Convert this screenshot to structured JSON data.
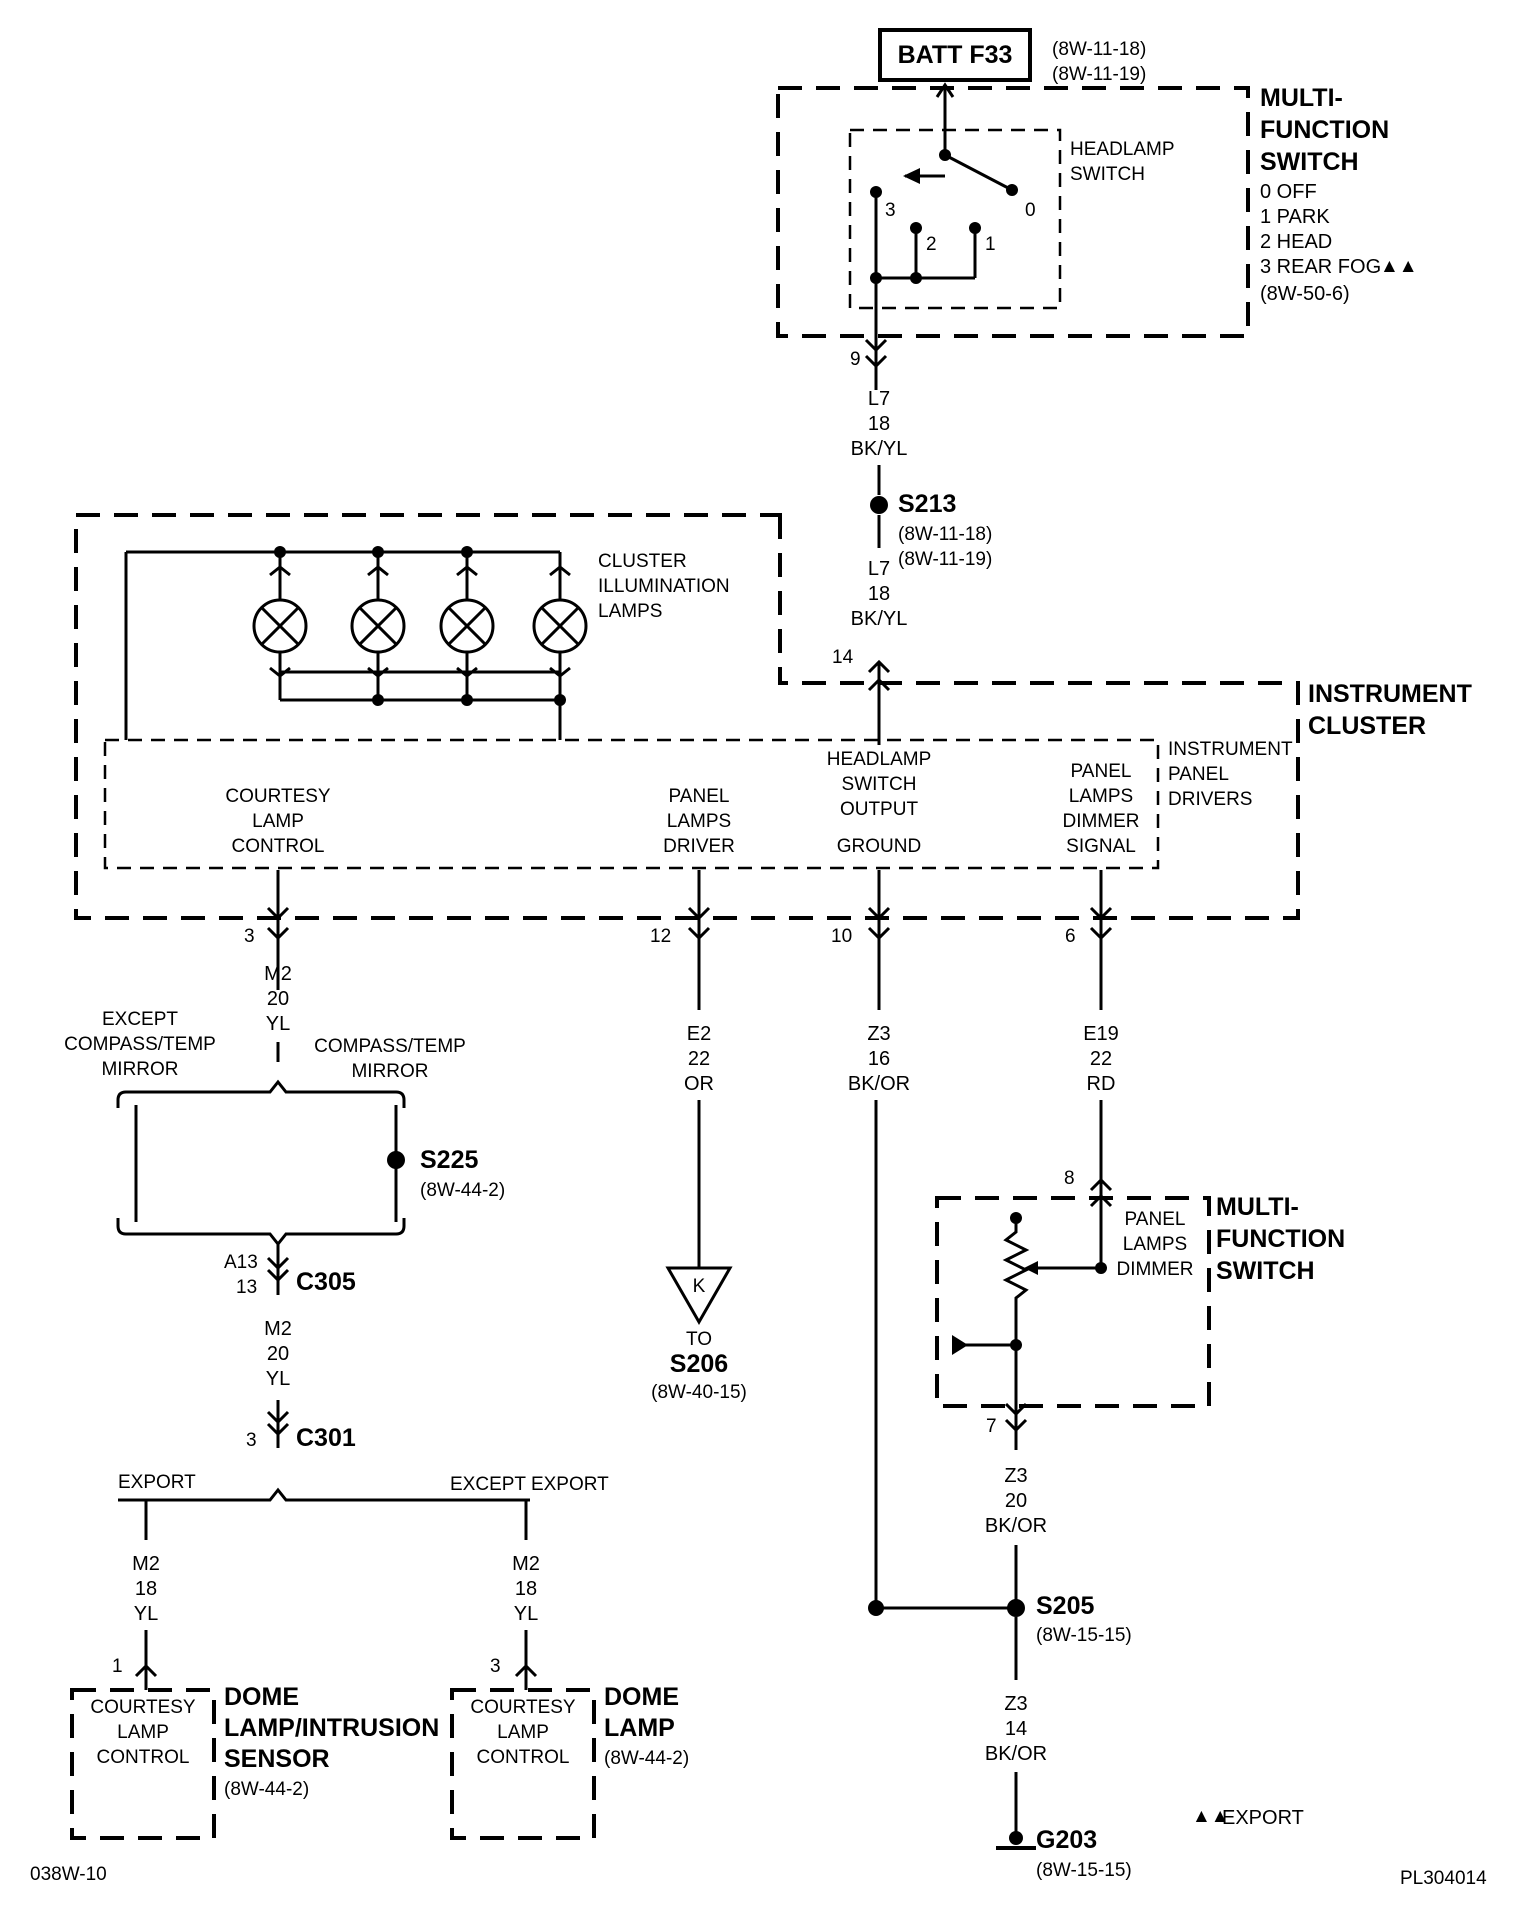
{
  "top": {
    "batt_label": "BATT F33",
    "batt_ref1": "(8W-11-18)",
    "batt_ref2": "(8W-11-19)"
  },
  "multi_function_switch": {
    "title1": "MULTI-",
    "title2": "FUNCTION",
    "title3": "SWITCH",
    "pos0": "0 OFF",
    "pos1": "1 PARK",
    "pos2": "2 HEAD",
    "pos3": "3 REAR FOG",
    "pos3_mark": "▲▲",
    "ref": "(8W-50-6)",
    "headlamp1": "HEADLAMP",
    "headlamp2": "SWITCH",
    "c0": "0",
    "c1": "1",
    "c2": "2",
    "c3": "3"
  },
  "wire_l7_top": {
    "pin": "9",
    "circuit": "L7",
    "gauge": "18",
    "color": "BK/YL"
  },
  "splice_s213": {
    "name": "S213",
    "ref1": "(8W-11-18)",
    "ref2": "(8W-11-19)"
  },
  "wire_l7_bottom": {
    "circuit": "L7",
    "gauge": "18",
    "color": "BK/YL",
    "pin": "14"
  },
  "instrument_cluster": {
    "title1": "INSTRUMENT",
    "title2": "CLUSTER",
    "lamps1": "CLUSTER",
    "lamps2": "ILLUMINATION",
    "lamps3": "LAMPS",
    "drivers1": "INSTRUMENT",
    "drivers2": "PANEL",
    "drivers3": "DRIVERS",
    "courtesy1": "COURTESY",
    "courtesy2": "LAMP",
    "courtesy3": "CONTROL",
    "panel1": "PANEL",
    "panel2": "LAMPS",
    "panel3": "DRIVER",
    "hso1": "HEADLAMP",
    "hso2": "SWITCH",
    "hso3": "OUTPUT",
    "ground": "GROUND",
    "dim1": "PANEL",
    "dim2": "LAMPS",
    "dim3": "DIMMER",
    "dim4": "SIGNAL"
  },
  "wire_m2_a": {
    "pin": "3",
    "circuit": "M2",
    "gauge": "20",
    "color": "YL"
  },
  "wire_e2": {
    "pin": "12",
    "circuit": "E2",
    "gauge": "22",
    "color": "OR"
  },
  "wire_z3_a": {
    "pin": "10",
    "circuit": "Z3",
    "gauge": "16",
    "color": "BK/OR"
  },
  "wire_e19": {
    "pin": "6",
    "circuit": "E19",
    "gauge": "22",
    "color": "RD"
  },
  "options1": {
    "except1": "EXCEPT",
    "except2": "COMPASS/TEMP",
    "except3": "MIRROR",
    "compass1": "COMPASS/TEMP",
    "compass2": "MIRROR"
  },
  "splice_s225": {
    "name": "S225",
    "ref": "(8W-44-2)"
  },
  "conn_c305": {
    "name": "C305",
    "pin_a": "A13",
    "pin_b": "13"
  },
  "wire_m2_b": {
    "circuit": "M2",
    "gauge": "20",
    "color": "YL"
  },
  "conn_c301": {
    "name": "C301",
    "pin": "3"
  },
  "ground_s206": {
    "letter": "K",
    "to": "TO",
    "name": "S206",
    "ref": "(8W-40-15)"
  },
  "options2": {
    "export": "EXPORT",
    "except_export": "EXCEPT EXPORT"
  },
  "wire_m2_export": {
    "circuit": "M2",
    "gauge": "18",
    "color": "YL",
    "pin": "1"
  },
  "wire_m2_except": {
    "circuit": "M2",
    "gauge": "18",
    "color": "YL",
    "pin": "3"
  },
  "dome_intrusion": {
    "box1": "COURTESY",
    "box2": "LAMP",
    "box3": "CONTROL",
    "title1": "DOME",
    "title2": "LAMP/INTRUSION",
    "title3": "SENSOR",
    "ref": "(8W-44-2)"
  },
  "dome_lamp": {
    "box1": "COURTESY",
    "box2": "LAMP",
    "box3": "CONTROL",
    "title1": "DOME",
    "title2": "LAMP",
    "ref": "(8W-44-2)"
  },
  "mfs_dimmer": {
    "pin_top": "8",
    "label1": "PANEL",
    "label2": "LAMPS",
    "label3": "DIMMER",
    "title1": "MULTI-",
    "title2": "FUNCTION",
    "title3": "SWITCH",
    "pin_bottom": "7"
  },
  "wire_z3_b": {
    "circuit": "Z3",
    "gauge": "20",
    "color": "BK/OR"
  },
  "splice_s205": {
    "name": "S205",
    "ref": "(8W-15-15)"
  },
  "wire_z3_c": {
    "circuit": "Z3",
    "gauge": "14",
    "color": "BK/OR"
  },
  "ground_g203": {
    "name": "G203",
    "ref": "(8W-15-15)"
  },
  "legend": {
    "mark": "▲▲",
    "text": "EXPORT"
  },
  "footer": {
    "left": "038W-10",
    "right": "PL304014"
  }
}
